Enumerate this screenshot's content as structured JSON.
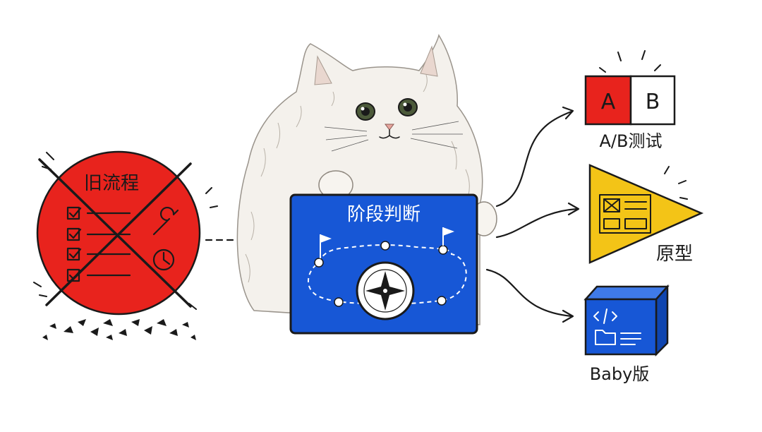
{
  "old_process": {
    "label": "旧流程",
    "circle_color": "#e8231d"
  },
  "stage_board": {
    "title": "阶段判断",
    "board_color": "#1757d6"
  },
  "outcomes": [
    {
      "id": "ab-test",
      "label": "A/B测试",
      "box_a": "A",
      "box_b": "B",
      "color": "#e8231d"
    },
    {
      "id": "prototype",
      "label": "原型",
      "color": "#f3c417"
    },
    {
      "id": "baby-version",
      "label": "Baby版",
      "color": "#1757d6"
    }
  ]
}
